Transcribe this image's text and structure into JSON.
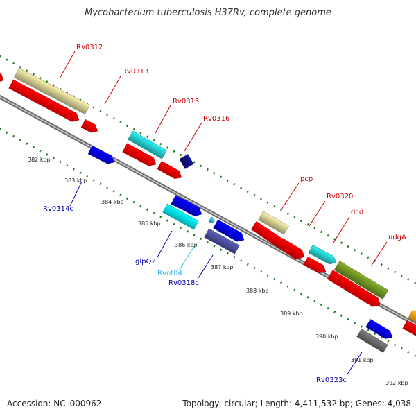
{
  "title": "Mycobacterium tuberculosis H37Rv, complete genome",
  "footer": {
    "accession": "Accession: NC_000962",
    "summary": "Topology: circular; Length: 4,411,532 bp; Genes: 4,038"
  },
  "colors": {
    "backbone": "#8c8c8c",
    "tick": "#1f7a1f",
    "forward_label": "#cc0000",
    "reverse_label": "#0000aa",
    "rna_label": "#33bbee"
  },
  "ticks": [
    {
      "label": "382 kbp",
      "kbp": 382
    },
    {
      "label": "383 kbp",
      "kbp": 383
    },
    {
      "label": "384 kbp",
      "kbp": 384
    },
    {
      "label": "385 kbp",
      "kbp": 385
    },
    {
      "label": "386 kbp",
      "kbp": 386
    },
    {
      "label": "387 kbp",
      "kbp": 387
    },
    {
      "label": "388 kbp",
      "kbp": 388
    },
    {
      "label": "389 kbp",
      "kbp": 389
    },
    {
      "label": "390 kbp",
      "kbp": 390
    },
    {
      "label": "391 kbp",
      "kbp": 391
    },
    {
      "label": "392 kbp",
      "kbp": 392
    }
  ],
  "genes": [
    {
      "id": "Rv0312",
      "label": "Rv0312",
      "strand": "forward"
    },
    {
      "id": "Rv0313",
      "label": "Rv0313",
      "strand": "forward"
    },
    {
      "id": "Rv0314c",
      "label": "Rv0314c",
      "strand": "reverse"
    },
    {
      "id": "Rv0315",
      "label": "Rv0315",
      "strand": "forward"
    },
    {
      "id": "Rv0316",
      "label": "Rv0316",
      "strand": "forward"
    },
    {
      "id": "glpQ2",
      "label": "glpQ2",
      "strand": "reverse"
    },
    {
      "id": "Rvnt04",
      "label": "Rvnt04",
      "strand": "reverse",
      "rna": true
    },
    {
      "id": "Rv0318c",
      "label": "Rv0318c",
      "strand": "reverse"
    },
    {
      "id": "pcp",
      "label": "pcp",
      "strand": "forward"
    },
    {
      "id": "Rv0320",
      "label": "Rv0320",
      "strand": "forward"
    },
    {
      "id": "dcd",
      "label": "dcd",
      "strand": "forward"
    },
    {
      "id": "udgA",
      "label": "udgA",
      "strand": "forward"
    },
    {
      "id": "Rv0323c",
      "label": "Rv0323c",
      "strand": "reverse"
    }
  ]
}
